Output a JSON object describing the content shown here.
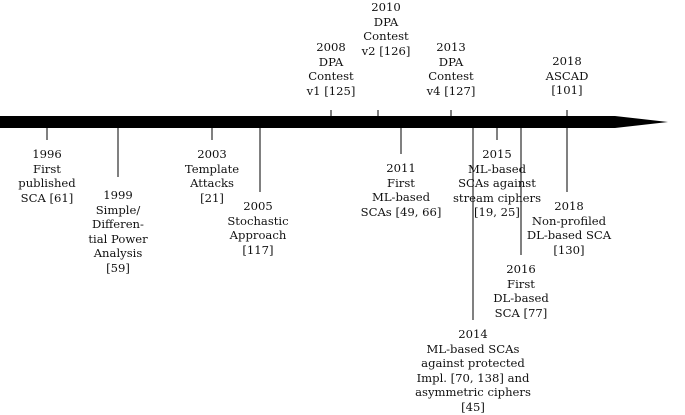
{
  "colors": {
    "ink": "#000000",
    "background": "#ffffff"
  },
  "events": [
    {
      "id": "e1996",
      "year": "1996",
      "lines": [
        "First",
        "published",
        "SCA [61]"
      ],
      "side": "below"
    },
    {
      "id": "e1999",
      "year": "1999",
      "lines": [
        "Simple/",
        "Differen-",
        "tial Power",
        "Analysis",
        "[59]"
      ],
      "side": "below"
    },
    {
      "id": "e2003",
      "year": "2003",
      "lines": [
        "Template",
        "Attacks",
        "[21]"
      ],
      "side": "below"
    },
    {
      "id": "e2005",
      "year": "2005",
      "lines": [
        "Stochastic",
        "Approach",
        "[117]"
      ],
      "side": "below"
    },
    {
      "id": "e2008",
      "year": "2008",
      "lines": [
        "DPA",
        "Contest",
        "v1 [125]"
      ],
      "side": "above"
    },
    {
      "id": "e2010",
      "year": "2010",
      "lines": [
        "DPA",
        "Contest",
        "v2 [126]"
      ],
      "side": "above"
    },
    {
      "id": "e2011",
      "year": "2011",
      "lines": [
        "First",
        "ML-based",
        "SCAs [49, 66]"
      ],
      "side": "below"
    },
    {
      "id": "e2013",
      "year": "2013",
      "lines": [
        "DPA",
        "Contest",
        "v4 [127]"
      ],
      "side": "above"
    },
    {
      "id": "e2014",
      "year": "2014",
      "lines": [
        "ML-based SCAs",
        "against protected",
        "Impl. [70, 138] and",
        "asymmetric ciphers",
        "[45]"
      ],
      "side": "below"
    },
    {
      "id": "e2015",
      "year": "2015",
      "lines": [
        "ML-based",
        "SCAs against",
        "stream ciphers",
        "[19, 25]"
      ],
      "side": "below"
    },
    {
      "id": "e2016",
      "year": "2016",
      "lines": [
        "First",
        "DL-based",
        "SCA [77]"
      ],
      "side": "below"
    },
    {
      "id": "e2018a",
      "year": "2018",
      "lines": [
        "ASCAD",
        "[101]"
      ],
      "side": "above"
    },
    {
      "id": "e2018b",
      "year": "2018",
      "lines": [
        "Non-profiled",
        "DL-based SCA",
        "[130]"
      ],
      "side": "below"
    }
  ]
}
